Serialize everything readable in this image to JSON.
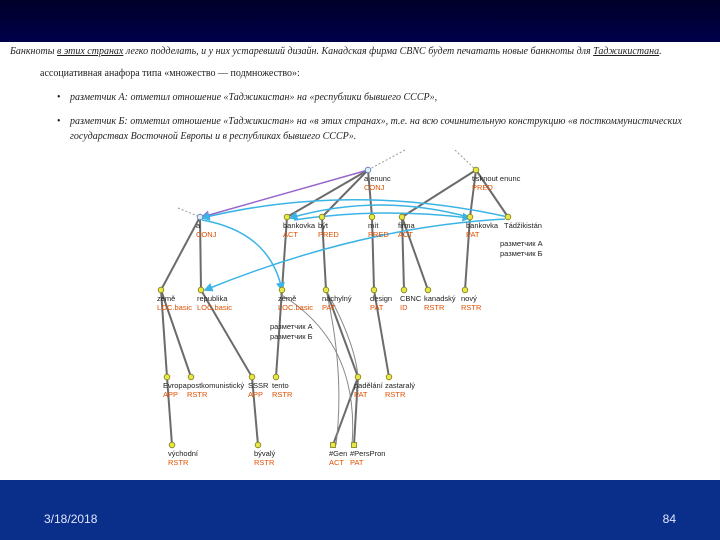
{
  "footer": {
    "date": "3/18/2018",
    "page_number": "84"
  },
  "text": {
    "line1_a": "Банкноты ",
    "line1_u1": "в этих странах",
    "line1_b": " легко подделать, и у них устаревший дизайн. Канадская фирма CBNC будет печатать новые банкноты для ",
    "line1_u2": "Таджикистана",
    "line1_c": ".",
    "line2": "ассоциативная анафора типа «множество — подмножество»:",
    "bullet1": "разметчик А: отметил отношение «Таджикистан» на «республики бывшего СССР»,",
    "bullet2": "разметчик Б: отметил отношение «Таджикистан» на «в этих странах», т.е. на всю сочинительную конструкцию «в посткоммунистических",
    "bullet2_cont": "государствах Восточной Европы и в республиках бывшего СССР»."
  },
  "tree": {
    "nodes": [
      {
        "id": "a_enunc",
        "lemma": "a enunc",
        "functor": "CONJ"
      },
      {
        "id": "tisknout",
        "lemma": "tisknout enunc",
        "functor": "PRED"
      },
      {
        "id": "a2",
        "lemma": "a",
        "functor": "CONJ"
      },
      {
        "id": "bankovka1",
        "lemma": "bankovka",
        "functor": "ACT"
      },
      {
        "id": "byt",
        "lemma": "být",
        "functor": "PRED"
      },
      {
        "id": "mit",
        "lemma": "mít",
        "functor": "PRED"
      },
      {
        "id": "firma",
        "lemma": "firma",
        "functor": "ACT"
      },
      {
        "id": "bankovka2",
        "lemma": "bankovka",
        "functor": "PAT"
      },
      {
        "id": "tadzikistan",
        "lemma": "Tádžikistán",
        "functor": ""
      },
      {
        "id": "zeme1",
        "lemma": "země",
        "functor": "LOC.basic"
      },
      {
        "id": "republika",
        "lemma": "republika",
        "functor": "LOC.basic"
      },
      {
        "id": "zeme2",
        "lemma": "země",
        "functor": "LOC.basic"
      },
      {
        "id": "nachylny",
        "lemma": "náchylný",
        "functor": "PAT"
      },
      {
        "id": "design",
        "lemma": "design",
        "functor": "PAT"
      },
      {
        "id": "cbnc",
        "lemma": "CBNC",
        "functor": "ID"
      },
      {
        "id": "kanadsky",
        "lemma": "kanadský",
        "functor": "RSTR"
      },
      {
        "id": "novy",
        "lemma": "nový",
        "functor": "RSTR"
      },
      {
        "id": "evropa",
        "lemma": "Evropa",
        "functor": "APP"
      },
      {
        "id": "postkom",
        "lemma": "postkomunistický",
        "functor": "RSTR"
      },
      {
        "id": "sssr",
        "lemma": "SSSR",
        "functor": "APP"
      },
      {
        "id": "tento",
        "lemma": "tento",
        "functor": "RSTR"
      },
      {
        "id": "padelani",
        "lemma": "padělání",
        "functor": "PAT"
      },
      {
        "id": "zastaraly",
        "lemma": "zastaralý",
        "functor": "RSTR"
      },
      {
        "id": "vychodni",
        "lemma": "východní",
        "functor": "RSTR"
      },
      {
        "id": "byvaly",
        "lemma": "bývalý",
        "functor": "RSTR"
      },
      {
        "id": "gen",
        "lemma": "#Gen",
        "functor": "ACT"
      },
      {
        "id": "perspron",
        "lemma": "#PersPron",
        "functor": "PAT"
      }
    ],
    "annotator_labels": {
      "tadzikistan_a": "разметчик А",
      "tadzikistan_b": "разметчик Б",
      "zeme2_a": "разметчик А",
      "zeme2_b": "разметчик Б"
    }
  }
}
